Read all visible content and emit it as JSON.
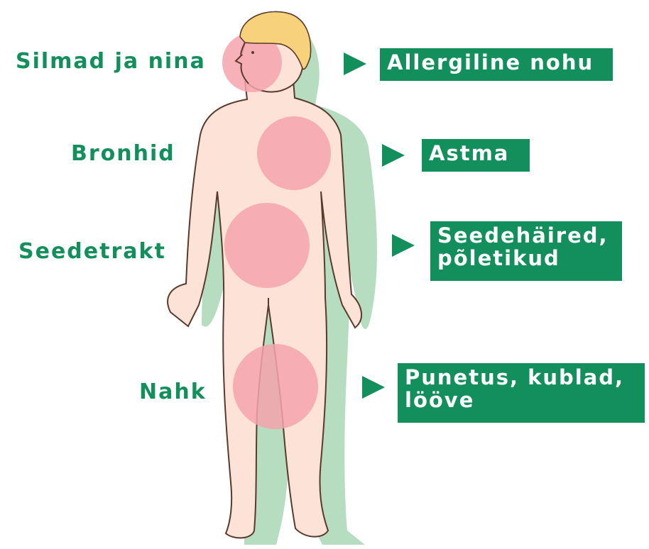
{
  "colors": {
    "brand_green": "#128f5a",
    "skin": "#fde2d8",
    "skin_outline": "#5a3a2c",
    "shadow": "#b7ddc0",
    "hair": "#f7d27a",
    "highlight": "#f4a3ad"
  },
  "organs": [
    {
      "label": "Silmad ja nina",
      "outcome_lines": [
        "Allergiline nohu"
      ]
    },
    {
      "label": "Bronhid",
      "outcome_lines": [
        "Astma"
      ]
    },
    {
      "label": "Seedetrakt",
      "outcome_lines": [
        "Seedehäired,",
        "põletikud"
      ]
    },
    {
      "label": "Nahk",
      "outcome_lines": [
        "Punetus, kublad,",
        "lööve"
      ]
    }
  ],
  "icons": {
    "arrow": "right-triangle-arrow",
    "figure": "human-body-figure"
  }
}
